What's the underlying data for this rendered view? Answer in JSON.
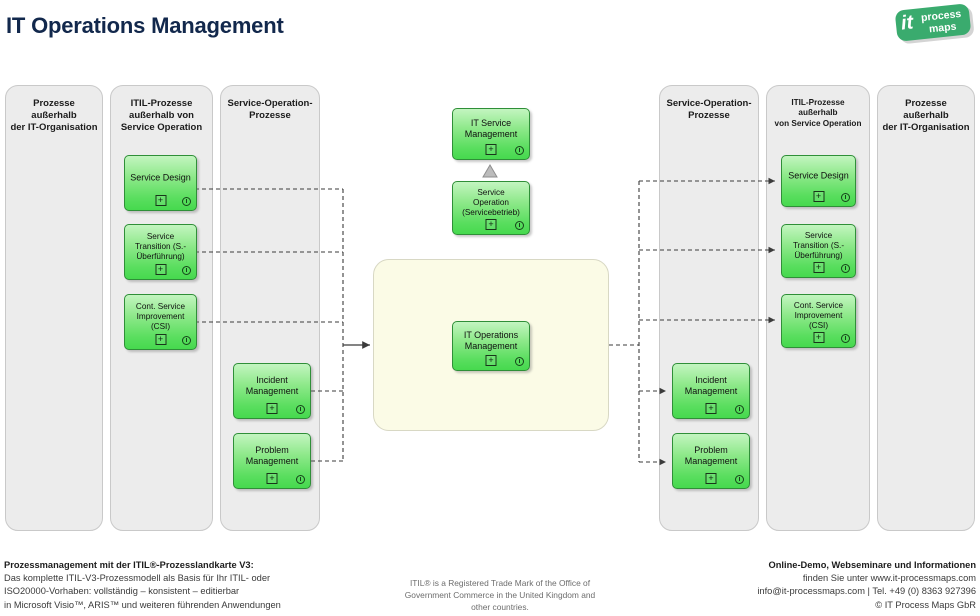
{
  "header": {
    "title": "IT Operations Management",
    "logo": {
      "it": "it",
      "process": "process",
      "maps": "maps"
    }
  },
  "lanes": [
    {
      "id": "left-outside-it",
      "title": "Prozesse außerhalb\nder IT-Organisation"
    },
    {
      "id": "left-itil-outside",
      "title": "ITIL-Prozesse\naußerhalb von\nService Operation"
    },
    {
      "id": "left-service-op",
      "title": "Service-Operation-\nProzesse"
    },
    {
      "id": "right-service-op",
      "title": "Service-Operation-\nProzesse"
    },
    {
      "id": "right-itil-outside",
      "title": "ITIL-Prozesse außerhalb\nvon Service Operation"
    },
    {
      "id": "right-outside-it",
      "title": "Prozesse außerhalb\nder IT-Organisation"
    }
  ],
  "processes": {
    "left": [
      {
        "id": "service-design-left",
        "label": "Service Design"
      },
      {
        "id": "service-transition-left",
        "label": "Service\nTransition (S.-\nÜberführung)"
      },
      {
        "id": "csi-left",
        "label": "Cont. Service\nImprovement\n(CSI)"
      },
      {
        "id": "incident-mgmt-left",
        "label": "Incident\nManagement"
      },
      {
        "id": "problem-mgmt-left",
        "label": "Problem\nManagement"
      }
    ],
    "center": [
      {
        "id": "it-service-management",
        "label": "IT Service\nManagement"
      },
      {
        "id": "service-operation",
        "label": "Service\nOperation\n(Servicebetrieb)"
      },
      {
        "id": "it-operations-management",
        "label": "IT Operations\nManagement"
      }
    ],
    "right": [
      {
        "id": "service-design-right",
        "label": "Service Design"
      },
      {
        "id": "service-transition-right",
        "label": "Service\nTransition (S.-\nÜberführung)"
      },
      {
        "id": "csi-right",
        "label": "Cont. Service\nImprovement\n(CSI)"
      },
      {
        "id": "incident-mgmt-right",
        "label": "Incident\nManagement"
      },
      {
        "id": "problem-mgmt-right",
        "label": "Problem\nManagement"
      }
    ]
  },
  "icons": {
    "expand": "+",
    "clock": "clock-icon",
    "hierarchy": "triangle-up-icon"
  },
  "footer": {
    "left": {
      "line1": "Prozessmanagement mit der ITIL®-Prozesslandkarte V3:",
      "line2": "Das komplette ITIL-V3-Prozessmodell als Basis für Ihr ITIL- oder",
      "line3": "ISO20000-Vorhaben: vollständig – konsistent – editierbar",
      "line4": "in Microsoft Visio™, ARIS™ und weiteren führenden Anwendungen"
    },
    "center": {
      "line1": "ITIL® is a Registered Trade Mark of the Office of",
      "line2": "Government Commerce in the United Kingdom and",
      "line3": "other countries."
    },
    "right": {
      "line1": "Online-Demo, Webseminare und Informationen",
      "line2": "finden Sie unter www.it-processmaps.com",
      "line3": "info@it-processmaps.com | Tel. +49 (0) 8363 927396",
      "line4": "© IT Process Maps GbR"
    }
  },
  "colors": {
    "title": "#12284c",
    "process_green_top": "#c3f5c0",
    "process_green_bottom": "#46d94e",
    "lane_bg": "#ececec",
    "pool_bg": "#fbfbe6",
    "logo_green": "#3aab6e"
  }
}
